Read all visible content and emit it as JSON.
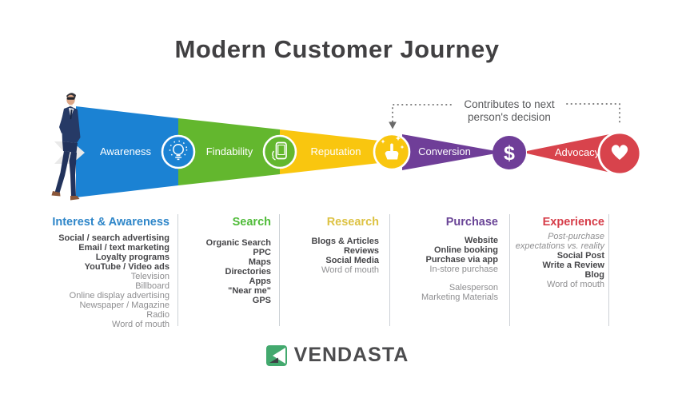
{
  "title": "Modern Customer Journey",
  "annotation": {
    "line1": "Contributes to next",
    "line2": "person's decision"
  },
  "funnel": {
    "dollar_symbol": "$",
    "stages": [
      {
        "label": "Awareness",
        "color": "#1b82d3",
        "icon": "lightbulb-icon"
      },
      {
        "label": "Findability",
        "color": "#63b72e",
        "icon": "smartphone-hand-icon"
      },
      {
        "label": "Reputation",
        "color": "#f9c60f",
        "icon": "click-sparkle-icon"
      },
      {
        "label": "Conversion",
        "color": "#6f3e98",
        "icon": "dollar-icon"
      },
      {
        "label": "Advocacy",
        "color": "#d8434c",
        "icon": "heart-icon"
      }
    ]
  },
  "columns": [
    {
      "heading": "Interest & Awareness",
      "color": "#2e86c9",
      "items": [
        {
          "text": "Social / search advertising",
          "style": "bold"
        },
        {
          "text": "Email / text marketing",
          "style": "bold"
        },
        {
          "text": "Loyalty programs",
          "style": "bold"
        },
        {
          "text": "YouTube / Video ads",
          "style": "bold"
        },
        {
          "text": "Television",
          "style": "light"
        },
        {
          "text": "Billboard",
          "style": "light"
        },
        {
          "text": "Online display advertising",
          "style": "light"
        },
        {
          "text": "Newspaper / Magazine",
          "style": "light"
        },
        {
          "text": "Radio",
          "style": "light"
        },
        {
          "text": "Word of mouth",
          "style": "light"
        }
      ]
    },
    {
      "heading": "Search",
      "color": "#4fbb38",
      "items": [
        {
          "text": "Organic Search",
          "style": "bold"
        },
        {
          "text": "PPC",
          "style": "bold"
        },
        {
          "text": "Maps",
          "style": "bold"
        },
        {
          "text": "Directories",
          "style": "bold"
        },
        {
          "text": "Apps",
          "style": "bold"
        },
        {
          "text": "\"Near me\"",
          "style": "bold"
        },
        {
          "text": "GPS",
          "style": "bold"
        }
      ]
    },
    {
      "heading": "Research",
      "color": "#ddc243",
      "items": [
        {
          "text": "Blogs & Articles",
          "style": "bold"
        },
        {
          "text": "Reviews",
          "style": "bold"
        },
        {
          "text": "Social Media",
          "style": "bold"
        },
        {
          "text": "Word of mouth",
          "style": "light"
        }
      ]
    },
    {
      "heading": "Purchase",
      "color": "#6a4597",
      "items": [
        {
          "text": "Website",
          "style": "bold"
        },
        {
          "text": "Online booking",
          "style": "bold"
        },
        {
          "text": "Purchase via app",
          "style": "bold"
        },
        {
          "text": "In-store purchase",
          "style": "light"
        },
        {
          "text": "",
          "style": "spacer"
        },
        {
          "text": "Salesperson",
          "style": "light"
        },
        {
          "text": "Marketing Materials",
          "style": "light"
        }
      ]
    },
    {
      "heading": "Experience",
      "color": "#d63d49",
      "items": [
        {
          "text": "Post-purchase",
          "style": "italic"
        },
        {
          "text": "expectations vs. reality",
          "style": "italic"
        },
        {
          "text": "Social Post",
          "style": "bold"
        },
        {
          "text": "Write a Review",
          "style": "bold"
        },
        {
          "text": "Blog",
          "style": "bold"
        },
        {
          "text": "Word of mouth",
          "style": "light"
        }
      ]
    }
  ],
  "logo": {
    "text": "VENDASTA",
    "icon_color": "#43a96e",
    "icon_dark": "#3b4043",
    "text_color": "#4c4c4e"
  }
}
